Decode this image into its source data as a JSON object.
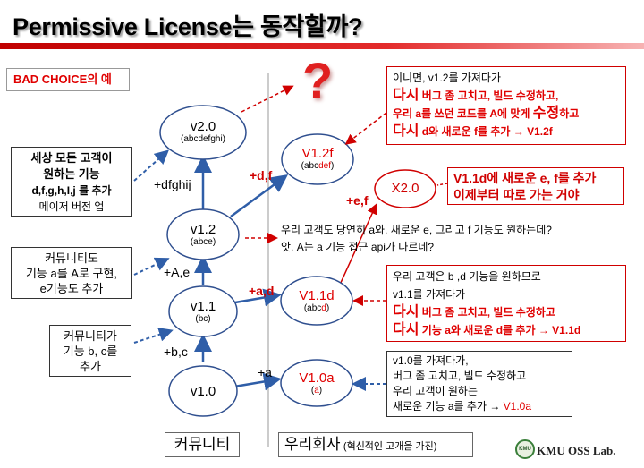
{
  "title": "Permissive License는 동작할까?",
  "bad_choice": "BAD CHOICE의 예",
  "question_mark": "?",
  "nodes": {
    "v20": {
      "main": "v2.0",
      "sub": "(abcdefghi)"
    },
    "v12": {
      "main": "v1.2",
      "sub": "(abce)"
    },
    "v11": {
      "main": "v1.1",
      "sub": "(bc)"
    },
    "v10": {
      "main": "v1.0"
    },
    "v12f": {
      "main": "V1.2f",
      "sub_pre": "(abc",
      "sub_red": "def",
      "sub_post": ")"
    },
    "x20": {
      "main": "X2.0"
    },
    "v11d": {
      "main": "V1.1d",
      "sub_pre": "(abc",
      "sub_red": "d",
      "sub_post": ")"
    },
    "v10a": {
      "main": "V1.0a",
      "sub_pre": "(",
      "sub_red": "a",
      "sub_post": ")"
    }
  },
  "edge_labels": {
    "dfghij": "+dfghij",
    "ae": "+A,e",
    "bc": "+b,c",
    "a": "+a",
    "df": "+d,f",
    "ef": "+e,f",
    "ad": "+a,d"
  },
  "left_boxes": {
    "box1": [
      "세상 모든 고객이",
      "원하는 기능",
      "d,f,g,h,I,j 를 추가",
      "메이저 버전 업"
    ],
    "box2": {
      "l1": "커뮤니티도",
      "l2_pre": "기능 a를  A로 구현,",
      "l3": "e기능도 추가"
    },
    "box3": [
      "커뮤니티가",
      "기능 b, c를",
      "추가"
    ]
  },
  "top_right": {
    "l1": "이니면, v1.2를 가져다가",
    "l2_big": "다시",
    "l2_rest": " 버그 좀 고치고, 빌드 수정하고,",
    "l3_pre": "우리 a를 쓰던 코드를 A에 맞게 ",
    "l3_big": "수정",
    "l3_post": "하고",
    "l4_big": "다시",
    "l4_rest": " d와 새로운 f를 추가",
    "l4_arrow": "→ V1.2f"
  },
  "x20_note": [
    "V1.1d에 새로운 e, f를 추가",
    "이제부터 따로 가는 거야"
  ],
  "middle_note": [
    "우리 고객도 당연히 a와, 새로운 e, 그리고 f 기능도 원하는데?",
    "앗, A는 a 기능 접근 api가 다르네?"
  ],
  "v11d_note": {
    "l1": "우리 고객은 b ,d 기능을 원하므로",
    "l2": "v1.1를 가져다가",
    "l3_big": "다시",
    "l3_rest": " 버그 좀 고치고, 빌드 수정하고",
    "l4_big": "다시",
    "l4_rest": " 기능 a와 새로운 d를 추가",
    "l4_arrow": "→ V1.1d"
  },
  "v10a_note": {
    "l1": "v1.0를 가져다가,",
    "l2": "버그 좀 고치고, 빌드 수정하고",
    "l3": "우리 고객이 원하는",
    "l4_pre": "새로운 기능 a를 추가 → ",
    "l4_red": "V1.0a"
  },
  "columns": {
    "community": "커뮤니티",
    "company": "우리회사",
    "company_sub": "(혁신적인 고개을 가진)"
  },
  "logo": {
    "badge": "KMU",
    "text": "KMU OSS Lab."
  },
  "colors": {
    "accent_red": "#e00000",
    "arrow_blue": "#2f5ea8",
    "node_border": "#2f4f8f",
    "title_bar": "#c00000"
  }
}
